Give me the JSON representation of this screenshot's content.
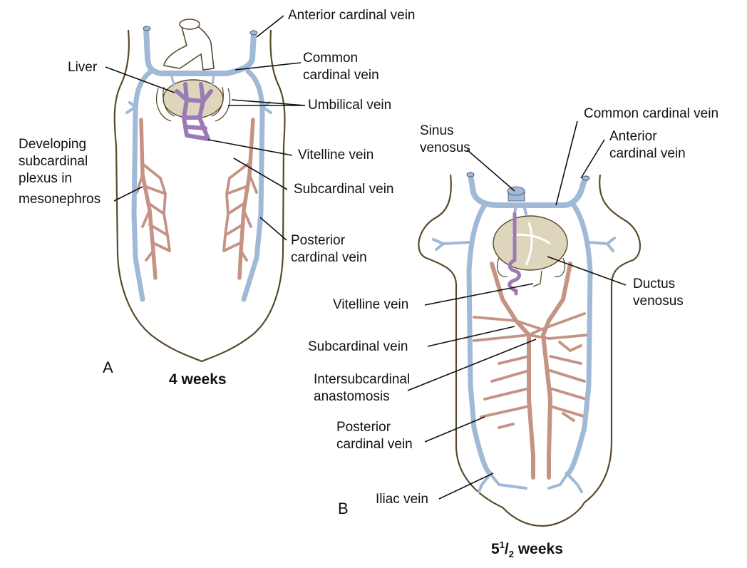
{
  "panel_a": {
    "letter": "A",
    "caption": "4 weeks",
    "labels": {
      "anterior_cardinal_vein": "Anterior cardinal vein",
      "liver": "Liver",
      "common_cardinal_vein_l1": "Common",
      "common_cardinal_vein_l2": "cardinal vein",
      "umbilical_vein": "Umbilical vein",
      "developing_l1": "Developing",
      "developing_l2": "subcardinal",
      "developing_l3": "plexus in",
      "developing_l4": "mesonephros",
      "vitelline_vein": "Vitelline vein",
      "subcardinal_vein": "Subcardinal vein",
      "posterior_cardinal_vein_l1": "Posterior",
      "posterior_cardinal_vein_l2": "cardinal vein"
    }
  },
  "panel_b": {
    "letter": "B",
    "caption_main": "5",
    "caption_sup": "1",
    "caption_slash": "/",
    "caption_sub": "2",
    "caption_rest": " weeks",
    "labels": {
      "common_cardinal_vein": "Common cardinal vein",
      "sinus_venosus_l1": "Sinus",
      "sinus_venosus_l2": "venosus",
      "anterior_cardinal_vein_l1": "Anterior",
      "anterior_cardinal_vein_l2": "cardinal vein",
      "ductus_venosus_l1": "Ductus",
      "ductus_venosus_l2": "venosus",
      "vitelline_vein": "Vitelline vein",
      "subcardinal_vein": "Subcardinal vein",
      "intersubcardinal_l1": "Intersubcardinal",
      "intersubcardinal_l2": "anastomosis",
      "posterior_cardinal_vein_l1": "Posterior",
      "posterior_cardinal_vein_l2": "cardinal vein",
      "iliac_vein": "Iliac vein"
    }
  },
  "colors": {
    "cardinal_vein": "#9fb9d6",
    "subcardinal_vein": "#c59384",
    "vitelline_vein": "#9a7bb5",
    "liver": "#ddd6bd",
    "body_outline": "#5a4a2c"
  }
}
